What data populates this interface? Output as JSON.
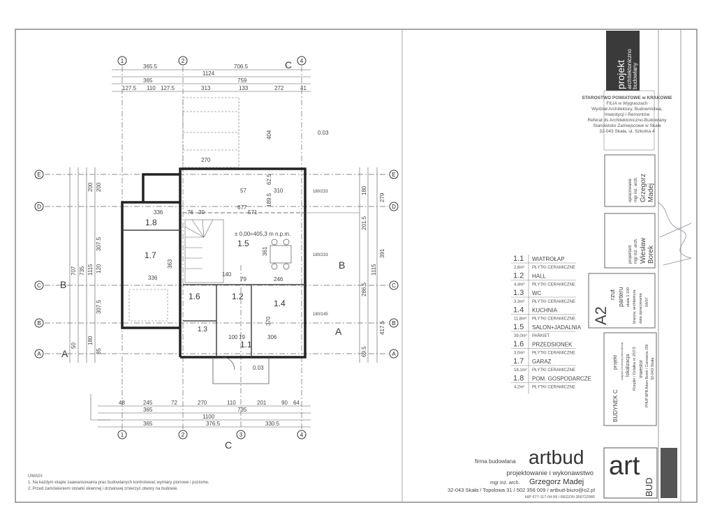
{
  "plan": {
    "axes_columns_top": [
      "1",
      "2",
      "4"
    ],
    "axes_columns_bottom": [
      "1",
      "2",
      "3",
      "4"
    ],
    "axes_rows": [
      "E",
      "D",
      "C",
      "B",
      "A"
    ],
    "section_marks": [
      "C",
      "C",
      "B",
      "B",
      "A",
      "A"
    ],
    "top_dims": {
      "row1": [
        "365.5",
        "706.5"
      ],
      "row2": [
        "1124"
      ],
      "row3": [
        "365",
        "759"
      ],
      "row4": [
        "127.5",
        "110",
        "127.5",
        "313",
        "133",
        "272",
        "41"
      ]
    },
    "bottom_dims": {
      "row1": [
        "48",
        "245",
        "72",
        "270",
        "110",
        "201",
        "90",
        "64"
      ],
      "row2": [
        "365",
        "735"
      ],
      "row3": [
        "1100"
      ],
      "row4": [
        "365",
        "376.5",
        "330.5"
      ]
    },
    "left_dims": [
      "200",
      "200",
      "307.5",
      "120",
      "307.5",
      "180",
      "85",
      "707",
      "735",
      "1115",
      "50"
    ],
    "right_dims": [
      "180",
      "279",
      "201.5",
      "391",
      "1115",
      "286.5",
      "417.5",
      "69.5"
    ],
    "inner_dims": [
      "336",
      "76",
      "30",
      "677",
      "571",
      "57",
      "310",
      "189.5",
      "62.5",
      "404",
      "270",
      "336",
      "363",
      "361",
      "246",
      "79",
      "140",
      "370",
      "306",
      "100",
      "19",
      "0.03",
      "0.03",
      "180/233",
      "180/233",
      "180/145"
    ],
    "level_mark": "± 0,00=405,3 m n.p.m.",
    "rooms": [
      "1.1",
      "1.2",
      "1.3",
      "1.4",
      "1.5",
      "1.6",
      "1.7",
      "1.8"
    ]
  },
  "legend": [
    {
      "num": "1.1",
      "name": "WIATROŁAP",
      "area": "2,6m²",
      "floor": "PŁYTKI CERAMICZNE"
    },
    {
      "num": "1.2",
      "name": "HALL",
      "area": "4,4m²",
      "floor": "PŁYTKI CERAMICZNE"
    },
    {
      "num": "1.3",
      "name": "WC",
      "area": "3,3m²",
      "floor": "PŁYTKI CERAMICZNE"
    },
    {
      "num": "1.4",
      "name": "KUCHNIA",
      "area": "11,8m²",
      "floor": "PŁYTKI CERAMICZNE"
    },
    {
      "num": "1.5",
      "name": "SALON+JADALNIA",
      "area": "39,0m²",
      "floor": "PARKIET"
    },
    {
      "num": "1.6",
      "name": "PRZEDSIONEK",
      "area": "3,0m²",
      "floor": "PŁYTKI CERAMICZNE"
    },
    {
      "num": "1.7",
      "name": "GARAŻ",
      "area": "18,1m²",
      "floor": "PŁYTKI CERAMICZNE"
    },
    {
      "num": "1.8",
      "name": "POM. GOSPODARCZE",
      "area": "4,2m²",
      "floor": "PŁYTKI CERAMICZNE"
    }
  ],
  "notes": {
    "title": "UWAGI:",
    "items": [
      "1. Na każdym etapie zaawansowania prac budowlanych kontrolować wymiary pionowe i poziome.",
      "2. Przed zamówieniem stolarki okiennej i drzwiowej zmierzyć otwory na budowie."
    ]
  },
  "firm": {
    "prefix": "firma budowlana",
    "name": "artbud",
    "tagline": "projektowanie i wykonawstwo",
    "title_prefix": "mgr inż. arch.",
    "person": "Grzegorz Madej",
    "address": "32-043 Skała / Topolowa 31 / 502 356 009 / artbud-biuro@o2.pl",
    "ids": "NIP 677-117-04-99 / REGON 356722980",
    "logo_top": "art",
    "logo_bottom": "BUD"
  },
  "title_block": {
    "project_box": [
      "projekt",
      "architektoniczno",
      "budowlany"
    ],
    "stamp": [
      "STAROSTWO POWIATOWE w KRAKOWIE",
      "FILIA w Wygraszach",
      "Wydział Architektury, Budownictwa,",
      "Inwestycji i Remontów",
      "Referat ds Architektoniczno-Budowlany",
      "Stanowisko Zamiejscowe w Skale",
      "32-043 Skała, ul. Szkolna 4"
    ],
    "prepared": [
      "opracowanie",
      "mgr inż. arch.",
      "Grzegorz",
      "Madej"
    ],
    "designer": [
      "projektant",
      "mgr inż. arch.",
      "Wiesław",
      "Borek"
    ],
    "sheet": {
      "code": "A2",
      "title1": "rzut",
      "title2": "parteru",
      "scale": "skala 1:100",
      "branch": "branża: architektura",
      "date": "data opracowania:",
      "date_val": "04/07"
    },
    "project": [
      "BUDYNEK C",
      "projekt",
      "budynek mieszkalny jednorodzinny",
      "lokalizacja",
      "Rzeplin / Działka nr 257/3",
      "inwestor",
      "PHUP APB Adam Borek / Cianowice 290",
      "32-043 Skała"
    ]
  }
}
